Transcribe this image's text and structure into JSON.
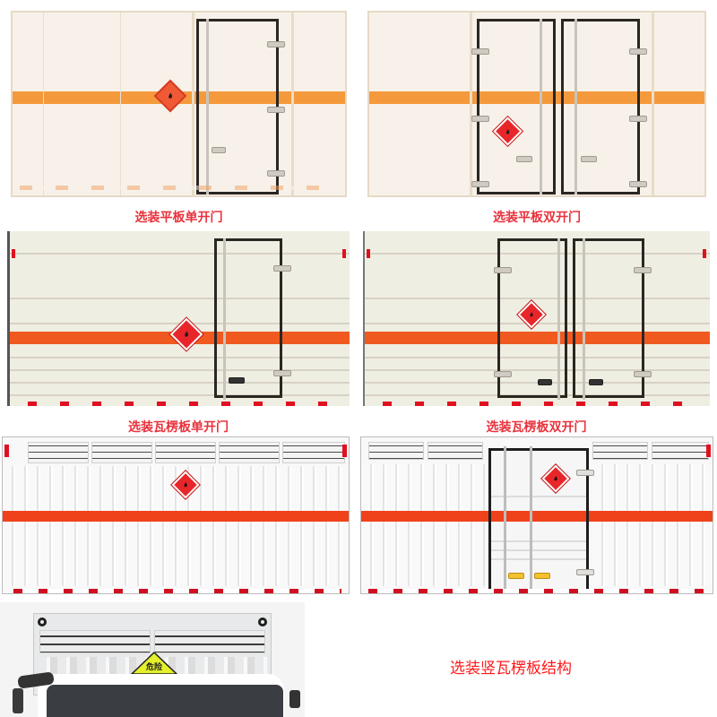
{
  "panels": [
    {
      "id": "flat-single-door",
      "caption": "选装平板单开门",
      "style": "flat-panel",
      "doors": 1
    },
    {
      "id": "flat-double-door",
      "caption": "选装平板双开门",
      "style": "flat-panel",
      "doors": 2
    },
    {
      "id": "corrugated-single-door",
      "caption": "选装瓦楞板单开门",
      "style": "horizontal-corrugated",
      "doors": 1
    },
    {
      "id": "corrugated-double-door",
      "caption": "选装瓦楞板双开门",
      "style": "horizontal-corrugated",
      "doors": 2
    },
    {
      "id": "vertical-corrugated-no-door",
      "caption": "",
      "style": "vertical-corrugated",
      "doors": 0
    },
    {
      "id": "vertical-corrugated-single-door",
      "caption": "",
      "style": "vertical-corrugated",
      "doors": 1
    },
    {
      "id": "truck-front-view",
      "caption": "选装竖瓦楞板结构",
      "style": "photo-truck-front"
    }
  ],
  "warning_sign": {
    "text": "危险",
    "icon": "hazard-triangle-icon"
  },
  "hazard_label": {
    "icon": "flammable-flame-diamond-icon"
  },
  "colors": {
    "caption_red": "#e8323c",
    "caption_bright_red": "#ff1a1a",
    "stripe_orange_flat": "#f49a3c",
    "stripe_orange_red": "#f05a20",
    "hazard_red": "#e8262a",
    "warning_yellow": "#e4f02a",
    "panel_cream": "#f6f0e6",
    "panel_beige": "#efeee2",
    "panel_white": "#f8f8f8"
  }
}
